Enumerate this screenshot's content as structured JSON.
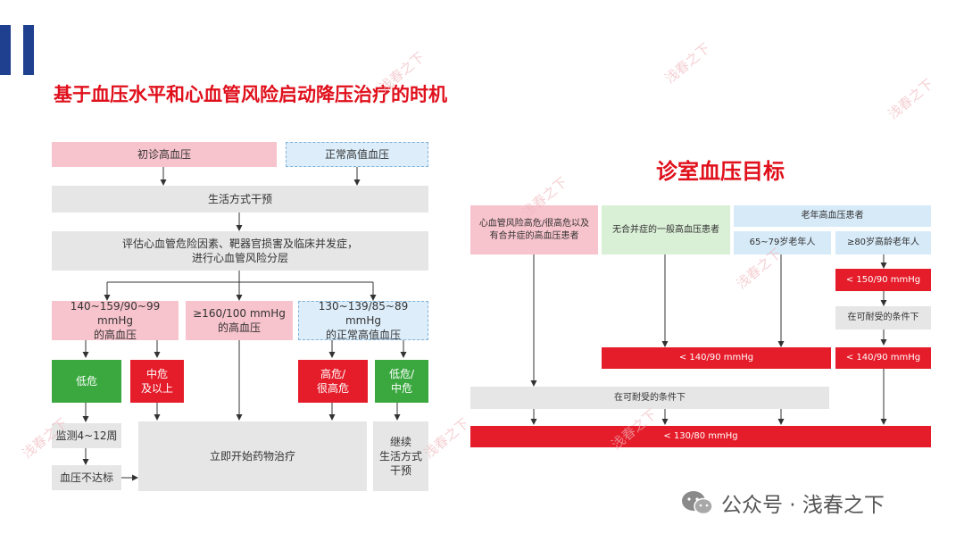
{
  "left": {
    "title": "基于血压水平和心血管风险启动降压治疗的时机",
    "initial_htn": "初诊高血压",
    "high_normal": "正常高值血压",
    "lifestyle": "生活方式干预",
    "assess": "评估心血管危险因素、靶器官损害及临床并发症，\n进行心血管风险分层",
    "grade1": "140~159/90~99 mmHg\n的高血压",
    "grade2": "≥160/100 mmHg\n的高血压",
    "grade0": "130~139/85~89 mmHg\n的正常高值血压",
    "low_risk": "低危",
    "mid_risk": "中危\n及以上",
    "high_risk": "高危/\n很高危",
    "low_mid_risk": "低危/\n中危",
    "monitor": "监测4~12周",
    "not_target": "血压不达标",
    "start_drug": "立即开始药物治疗",
    "continue_lifestyle": "继续\n生活方式\n干预"
  },
  "right": {
    "title": "诊室血压目标",
    "col1": "心血管风险高危/很高危以及\n有合并症的高血压患者",
    "col2": "无合并症的一般高血压患者",
    "elderly": "老年高血压患者",
    "age_65_79": "65~79岁老年人",
    "age_80": "≥80岁高龄老年人",
    "t150": "< 150/90 mmHg",
    "tolerable": "在可耐受的条件下",
    "t140a": "< 140/90 mmHg",
    "t140b": "< 140/90 mmHg",
    "tolerable2": "在可耐受的条件下",
    "t130": "< 130/80 mmHg"
  },
  "footer": {
    "account": "公众号 · 浅春之下"
  },
  "watermark": "浅春之下",
  "colors": {
    "accent_blue": "#1f3f8f",
    "title_red": "#e0101c",
    "box_red": "#e51c2a",
    "box_green": "#3aa83f",
    "box_pink": "#f7c3cc",
    "box_gray": "#e6e6e6",
    "box_lightblue": "#d6eaf8"
  }
}
